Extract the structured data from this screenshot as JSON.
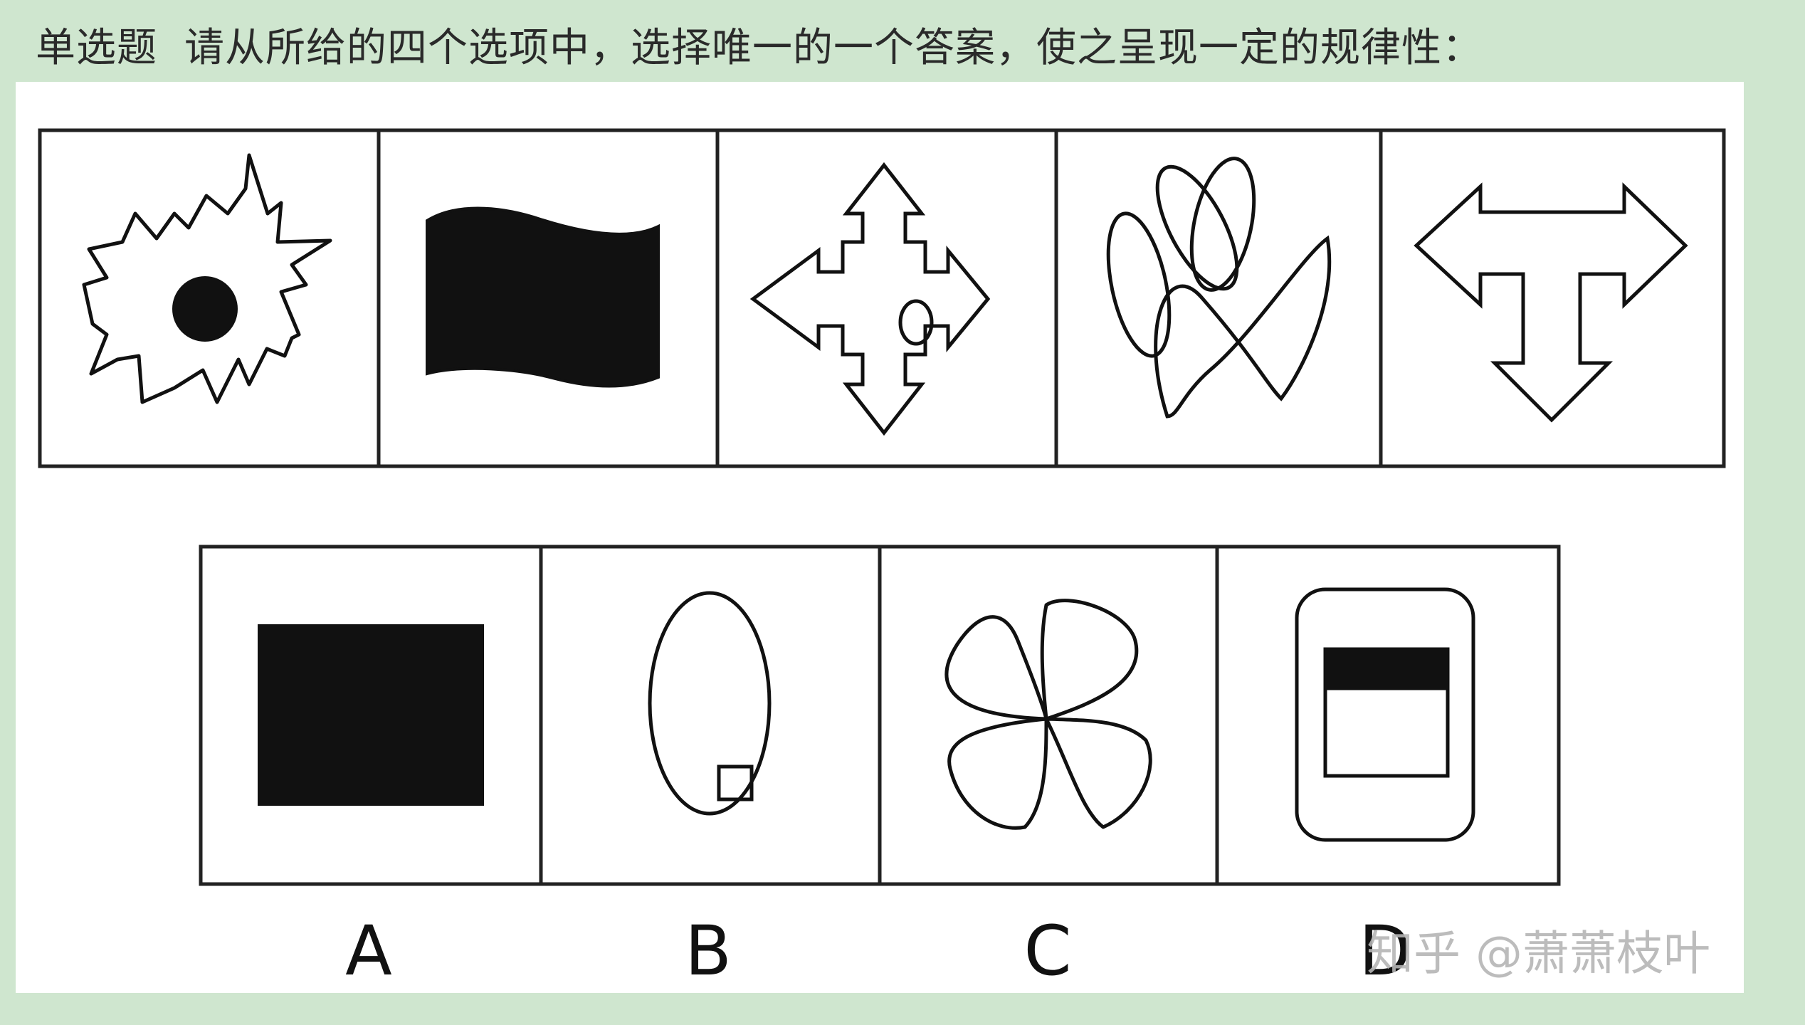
{
  "question": {
    "type": "单选题",
    "text": "请从所给的四个选项中，选择唯一的一个答案，使之呈现一定的规律性："
  },
  "figures": {
    "sequence": [
      {
        "id": 1,
        "icon": "spiky-starburst-with-black-dot"
      },
      {
        "id": 2,
        "icon": "black-waving-flag"
      },
      {
        "id": 3,
        "icon": "four-arrow-stepped-cross-with-small-oval"
      },
      {
        "id": 4,
        "icon": "overlapping-looped-curves"
      },
      {
        "id": 5,
        "icon": "t-shaped-three-way-arrow"
      }
    ],
    "options": [
      {
        "label": "A",
        "icon": "black-filled-rectangle"
      },
      {
        "label": "B",
        "icon": "oval-with-small-square"
      },
      {
        "label": "C",
        "icon": "four-petal-crossing-loops"
      },
      {
        "label": "D",
        "icon": "rounded-rect-with-window"
      }
    ]
  },
  "watermark": "知乎 @萧萧枝叶",
  "colors": {
    "background": "#cfe6cf",
    "panel": "#ffffff",
    "ink": "#111111"
  }
}
